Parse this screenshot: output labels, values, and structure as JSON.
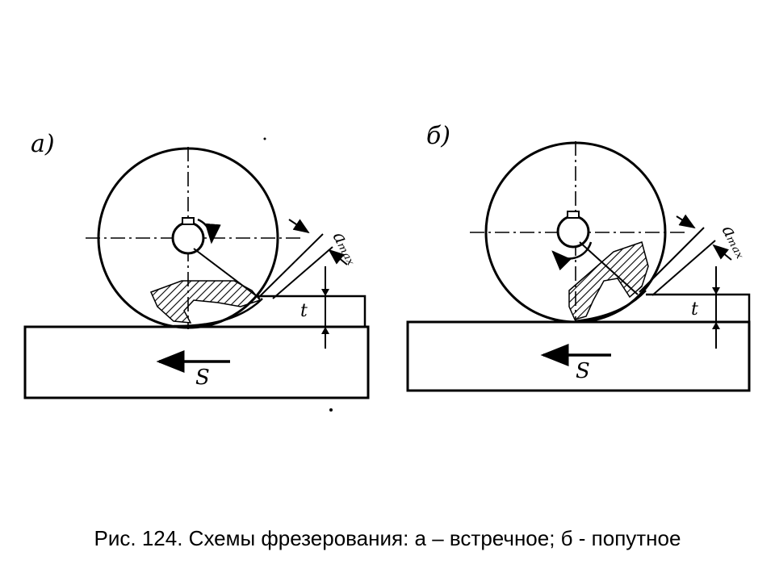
{
  "panels": [
    {
      "label": "а)",
      "feed_label": "S",
      "depth_label": "t",
      "thickness_label": "aₘₐₓ"
    },
    {
      "label": "б)",
      "feed_label": "S",
      "depth_label": "t",
      "thickness_label": "aₘₐₓ"
    }
  ],
  "caption": "Рис. 124. Схемы фрезерования: а – встречное; б - попутное",
  "colors": {
    "ink": "#000000",
    "background": "#ffffff"
  }
}
